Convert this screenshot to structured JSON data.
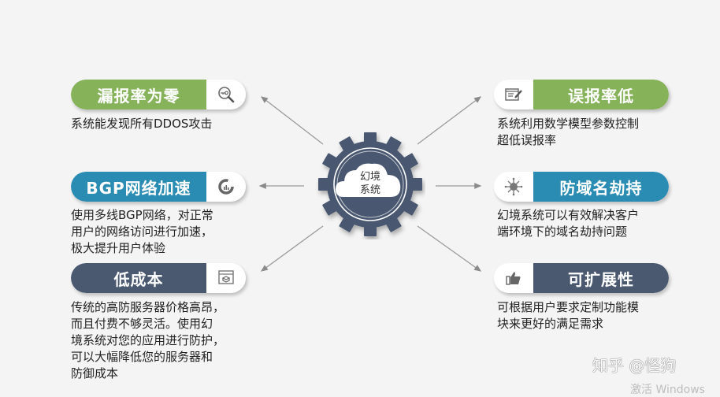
{
  "center": {
    "label_line1": "幻境",
    "label_line2": "系统",
    "gear_color": "#4a5870"
  },
  "features": [
    {
      "side": "left",
      "title": "漏报率为零",
      "icon": "key-search-icon",
      "color": "#86b25a",
      "description": "系统能发现所有DDOS攻击"
    },
    {
      "side": "left",
      "title": "BGP网络加速",
      "icon": "donut-chart-icon",
      "color": "#2a8cb3",
      "description": "使用多线BGP网络，对正常\n用户的网络访问进行加速，\n极大提升用户体验"
    },
    {
      "side": "left",
      "title": "低成本",
      "icon": "browser-box-icon",
      "color": "#4a5870",
      "description": "传统的高防服务器价格高昂，\n而且付费不够灵活。使用幻\n境系统对您的应用进行防护，\n可以大幅降低您的服务器和\n防御成本"
    },
    {
      "side": "right",
      "title": "误报率低",
      "icon": "edit-document-icon",
      "color": "#86b25a",
      "description": "系统利用数学模型参数控制\n超低误报率"
    },
    {
      "side": "right",
      "title": "防域名劫持",
      "icon": "virus-network-icon",
      "color": "#2a8cb3",
      "description": "幻境系统可以有效解决客户\n端环境下的域名劫持问题"
    },
    {
      "side": "right",
      "title": "可扩展性",
      "icon": "thumbs-up-icon",
      "color": "#4a5870",
      "description": "可根据用户要求定制功能模\n块来更好的满足需求"
    }
  ],
  "watermark": {
    "text": "知乎 @怪狗",
    "os_notice": "激活 Windows"
  }
}
